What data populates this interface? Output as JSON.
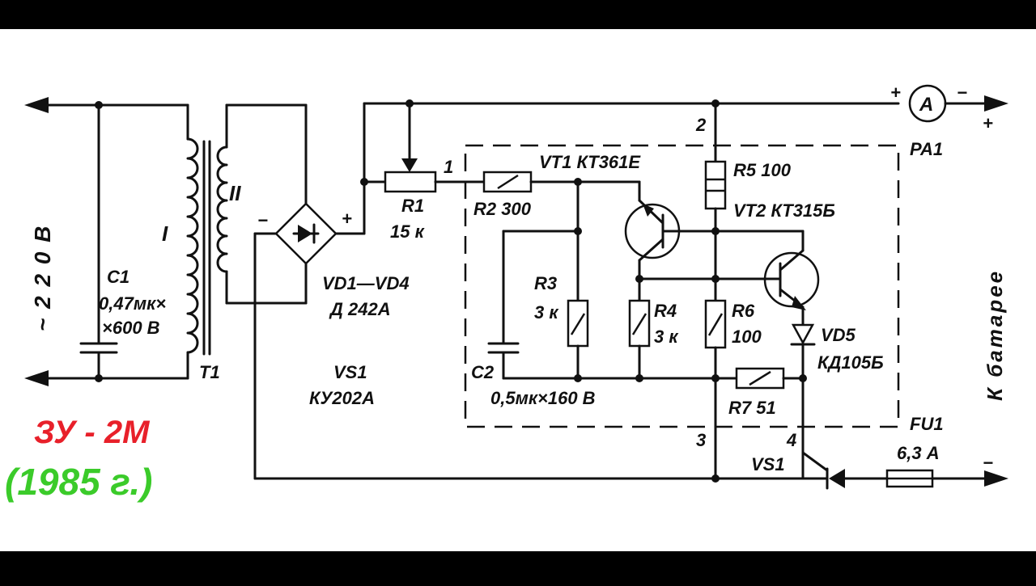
{
  "diagram": {
    "labels": {
      "mains": "~ 2 2 0 В",
      "c1_name": "C1",
      "c1_value1": "0,47мк×",
      "c1_value2": "×600 В",
      "winding_primary": "I",
      "winding_secondary": "II",
      "transformer": "T1",
      "plus_sign": "+",
      "minus_sign": "−",
      "bridge_name": "VD1—VD4",
      "bridge_type": "Д 242А",
      "vs1_name": "VS1",
      "vs1_type": "КУ202А",
      "r1_name": "R1",
      "r1_value": "15 к",
      "node_1": "1",
      "node_2": "2",
      "node_3": "3",
      "node_4": "4",
      "r2_label": "R2  300",
      "vt1_label": "VT1  КТ361Е",
      "r5_label": "R5 100",
      "vt2_label": "VT2  КТ315Б",
      "r3_name": "R3",
      "r3_value": "3 к",
      "r4_name": "R4",
      "r4_value": "3 к",
      "r6_name": "R6",
      "r6_value": "100",
      "vd5_name": "VD5",
      "vd5_type": "КД105Б",
      "c2_name": "C2",
      "c2_value": "0,5мк×160 В",
      "r7_label": "R7  51",
      "pa1_name": "PA1",
      "ammeter": "A",
      "battery": "К  батарее",
      "fu1_name": "FU1",
      "fu1_value": "6,3 А",
      "vs1_bottom": "VS1"
    },
    "caption": {
      "line1": "ЗУ - 2М",
      "line2": "(1985 г.)"
    },
    "colors": {
      "caption_line1": "#e8202a",
      "caption_line2": "#3bcb2a",
      "background": "#ffffff",
      "ink": "#111111",
      "frame": "#000000"
    }
  }
}
